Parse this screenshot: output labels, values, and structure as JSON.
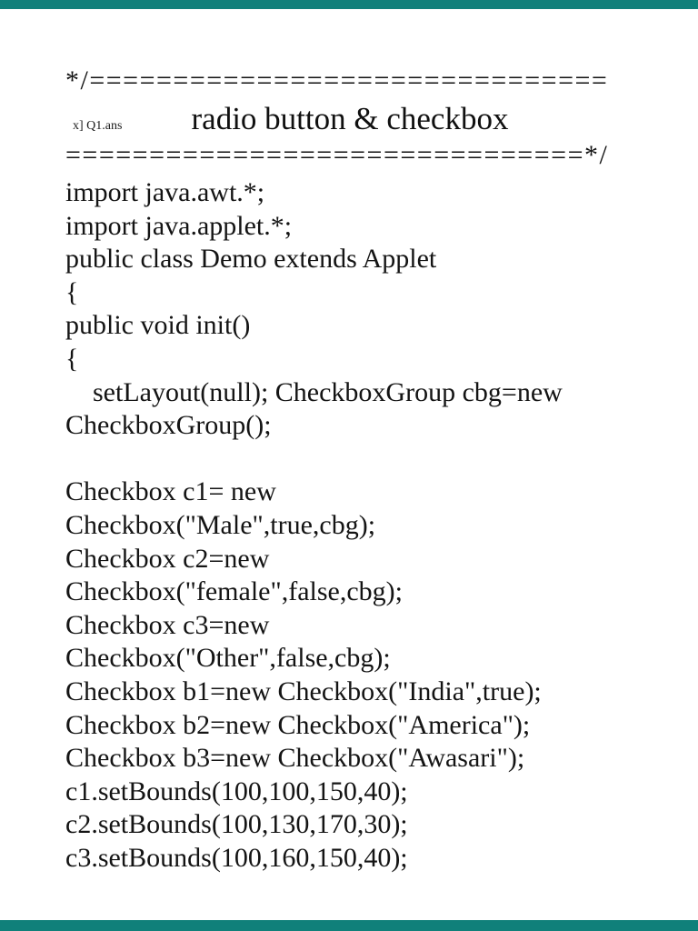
{
  "page": {
    "background_color": "#ffffff",
    "text_color": "#141414",
    "edge_bar_color": "#10807a"
  },
  "header": {
    "open_rule": "*/===============================",
    "file_label": "x] Q1.ans",
    "title": "radio button & checkbox",
    "close_rule": "===============================*/"
  },
  "code": {
    "lines": [
      "import java.awt.*;",
      "import java.applet.*;",
      "public class Demo extends Applet",
      "{",
      "public void init()",
      "{",
      "    setLayout(null); CheckboxGroup cbg=new",
      "CheckboxGroup();",
      "",
      "Checkbox c1= new",
      "Checkbox(\"Male\",true,cbg);",
      "Checkbox c2=new",
      "Checkbox(\"female\",false,cbg);",
      "Checkbox c3=new",
      "Checkbox(\"Other\",false,cbg);",
      "Checkbox b1=new Checkbox(\"India\",true);",
      "Checkbox b2=new Checkbox(\"America\");",
      "Checkbox b3=new Checkbox(\"Awasari\");",
      "c1.setBounds(100,100,150,40);",
      "c2.setBounds(100,130,170,30);",
      "c3.setBounds(100,160,150,40);"
    ]
  }
}
